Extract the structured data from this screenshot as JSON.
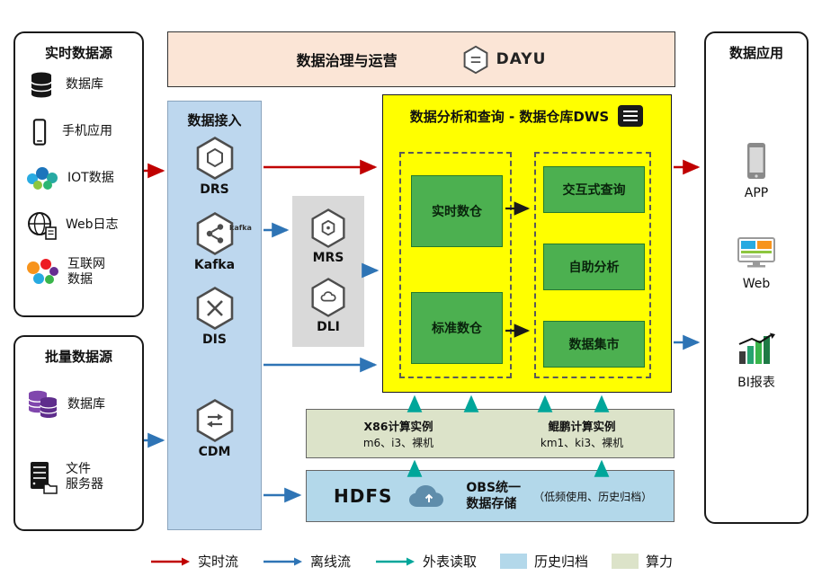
{
  "colors": {
    "realtime": "#c00000",
    "offline": "#2e74b5",
    "external": "#00a69a",
    "archive": "#b3d8ea",
    "compute": "#dce3c9",
    "dws": "#ffff00",
    "green": "#4cb050",
    "ingestion": "#bdd7ee",
    "middleware": "#d9d9d9",
    "banner": "#fbe5d6"
  },
  "banner": {
    "title": "数据治理与运营",
    "logo": "DAYU",
    "logo_icon": "dayu-icon"
  },
  "realtime_sources": {
    "title": "实时数据源",
    "items": [
      {
        "label": "数据库",
        "icon": "database-icon"
      },
      {
        "label": "手机应用",
        "icon": "phone-icon"
      },
      {
        "label": "IOT数据",
        "icon": "iot-icon"
      },
      {
        "label": "Web日志",
        "icon": "web-log-icon"
      },
      {
        "label": "互联网\n数据",
        "icon": "internet-data-icon"
      }
    ]
  },
  "batch_sources": {
    "title": "批量数据源",
    "items": [
      {
        "label": "数据库",
        "icon": "database-stack-icon"
      },
      {
        "label": "文件\n服务器",
        "icon": "file-server-icon"
      }
    ]
  },
  "ingestion": {
    "title": "数据接入",
    "items": [
      {
        "label": "DRS",
        "icon": "drs-icon"
      },
      {
        "label": "Kafka",
        "icon": "kafka-icon",
        "wordmark": "kafka"
      },
      {
        "label": "DIS",
        "icon": "dis-icon"
      },
      {
        "label": "CDM",
        "icon": "cdm-icon"
      }
    ]
  },
  "middleware": {
    "items": [
      {
        "label": "MRS",
        "icon": "mrs-icon"
      },
      {
        "label": "DLI",
        "icon": "dli-icon"
      }
    ]
  },
  "dws": {
    "title": "数据分析和查询 - 数据仓库DWS",
    "title_icon": "report-icon",
    "warehouses": [
      {
        "label": "实时数仓"
      },
      {
        "label": "标准数仓"
      }
    ],
    "services": [
      {
        "label": "交互式查询"
      },
      {
        "label": "自助分析"
      },
      {
        "label": "数据集市"
      }
    ]
  },
  "compute": {
    "instances": [
      {
        "title": "X86计算实例",
        "subtitle": "m6、i3、裸机"
      },
      {
        "title": "鲲鹏计算实例",
        "subtitle": "km1、ki3、裸机"
      }
    ]
  },
  "storage": {
    "hdfs_label": "HDFS",
    "obs_title": "OBS统一\n数据存储",
    "note": "（低频使用、历史归档）",
    "icon": "cloud-icon"
  },
  "applications": {
    "title": "数据应用",
    "items": [
      {
        "label": "APP",
        "icon": "app-icon"
      },
      {
        "label": "Web",
        "icon": "web-icon"
      },
      {
        "label": "BI报表",
        "icon": "bi-report-icon"
      }
    ]
  },
  "legend": {
    "items": [
      {
        "label": "实时流",
        "type": "arrow",
        "color": "#c00000"
      },
      {
        "label": "离线流",
        "type": "arrow",
        "color": "#2e74b5"
      },
      {
        "label": "外表读取",
        "type": "arrow",
        "color": "#00a69a"
      },
      {
        "label": "历史归档",
        "type": "swatch",
        "color": "#b3d8ea"
      },
      {
        "label": "算力",
        "type": "swatch",
        "color": "#dce3c9"
      }
    ]
  }
}
